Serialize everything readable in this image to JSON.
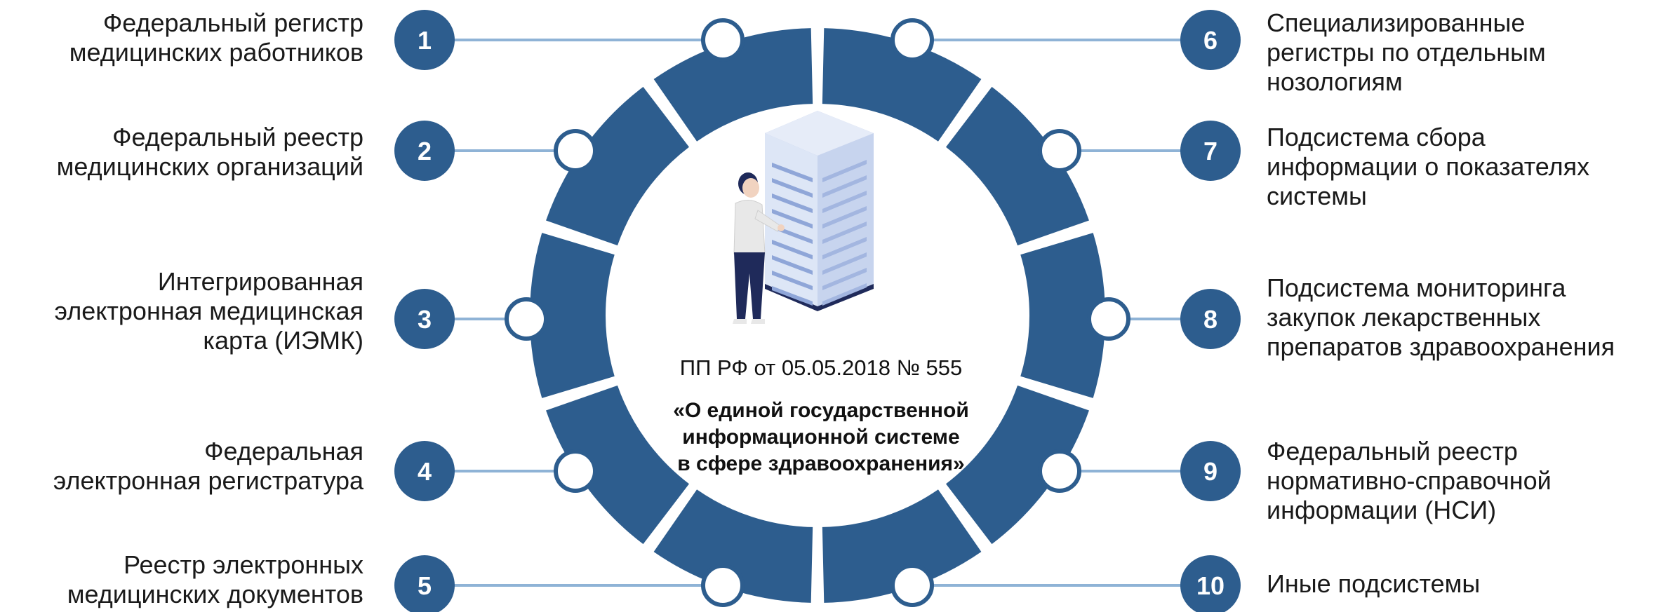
{
  "center": {
    "decree": "ПП РФ от 05.05.2018 № 555",
    "title_lines": [
      "«О единой государственной",
      "информационной системе",
      "в сфере здравоохранения»"
    ]
  },
  "items": [
    {
      "num": "1",
      "lines": [
        "Федеральный регистр",
        "медицинских работников"
      ]
    },
    {
      "num": "2",
      "lines": [
        "Федеральный реестр",
        "медицинских организаций"
      ]
    },
    {
      "num": "3",
      "lines": [
        "Интегрированная",
        "электронная медицинская",
        "карта (ИЭМК)"
      ]
    },
    {
      "num": "4",
      "lines": [
        "Федеральная",
        "электронная регистратура"
      ]
    },
    {
      "num": "5",
      "lines": [
        "Реестр электронных",
        "медицинских документов"
      ]
    },
    {
      "num": "6",
      "lines": [
        "Специализированные",
        "регистры по отдельным",
        "нозологиям"
      ]
    },
    {
      "num": "7",
      "lines": [
        "Подсистема сбора",
        "информации о показателях",
        "системы"
      ]
    },
    {
      "num": "8",
      "lines": [
        "Подсистема мониторинга",
        "закупок лекарственных",
        "препаратов здравоохранения"
      ]
    },
    {
      "num": "9",
      "lines": [
        "Федеральный реестр",
        "нормативно-справочной",
        "информации (НСИ)"
      ]
    },
    {
      "num": "10",
      "lines": [
        "Иные подсистемы"
      ]
    }
  ],
  "colors": {
    "ring": "#2d5d8e",
    "badge": "#2d5d8e",
    "connector": "#8fb3d6",
    "node_stroke": "#2d5d8e",
    "server_light": "#dde6f6",
    "server_mid": "#b3c3e6",
    "person_pants": "#1f2a5a"
  },
  "icons": [
    "server-rack-icon",
    "person-icon"
  ]
}
